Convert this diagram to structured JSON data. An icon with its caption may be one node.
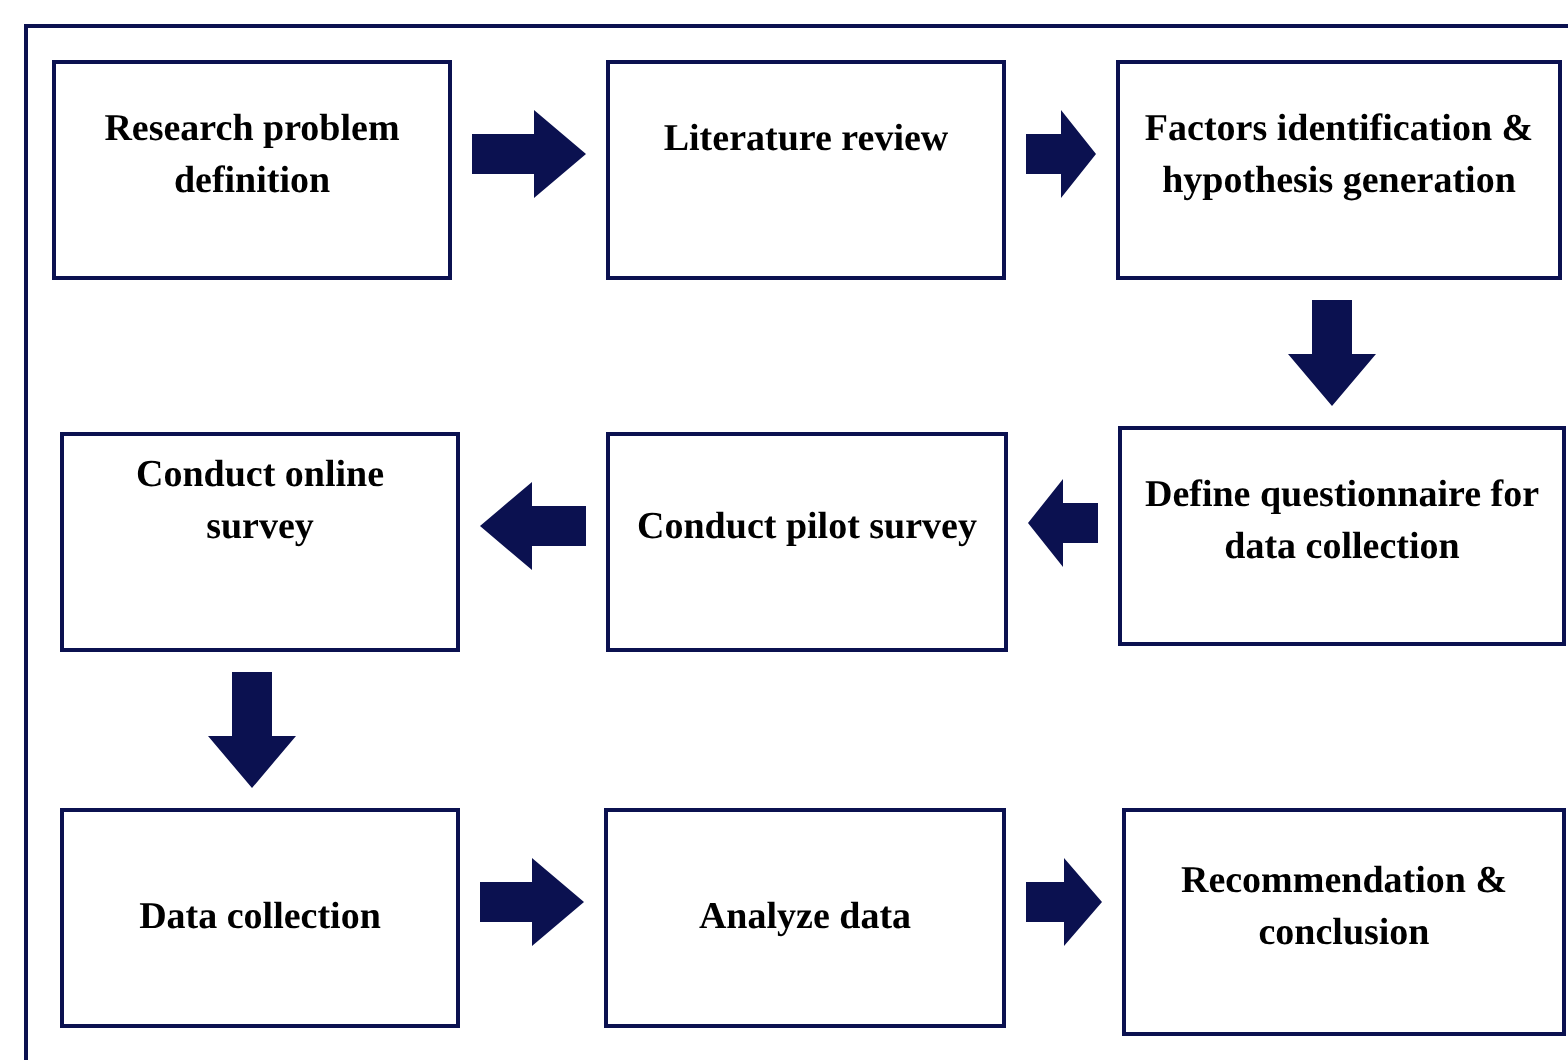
{
  "diagram": {
    "nodes": [
      {
        "text": [
          "Research problem definition"
        ]
      },
      {
        "text": [
          "Literature review"
        ]
      },
      {
        "text": [
          "Factors identification & hypothesis generation"
        ]
      },
      {
        "text": [
          "Define questionnaire for data collection"
        ]
      },
      {
        "text": [
          "Conduct pilot survey"
        ]
      },
      {
        "text": [
          "Conduct online survey"
        ]
      },
      {
        "text": [
          "Data collection"
        ]
      },
      {
        "text": [
          "Analyze data"
        ]
      },
      {
        "text": [
          "Recommendation & conclusion"
        ]
      }
    ],
    "edges": [
      {
        "from": 0,
        "to": 1,
        "arrow": "to"
      },
      {
        "from": 1,
        "to": 2,
        "arrow": "to"
      },
      {
        "from": 2,
        "to": 3,
        "arrow": "to"
      },
      {
        "from": 3,
        "to": 4,
        "arrow": "to"
      },
      {
        "from": 4,
        "to": 5,
        "arrow": "to"
      },
      {
        "from": 5,
        "to": 6,
        "arrow": "to"
      },
      {
        "from": 6,
        "to": 7,
        "arrow": "to"
      },
      {
        "from": 7,
        "to": 8,
        "arrow": "to"
      }
    ]
  }
}
